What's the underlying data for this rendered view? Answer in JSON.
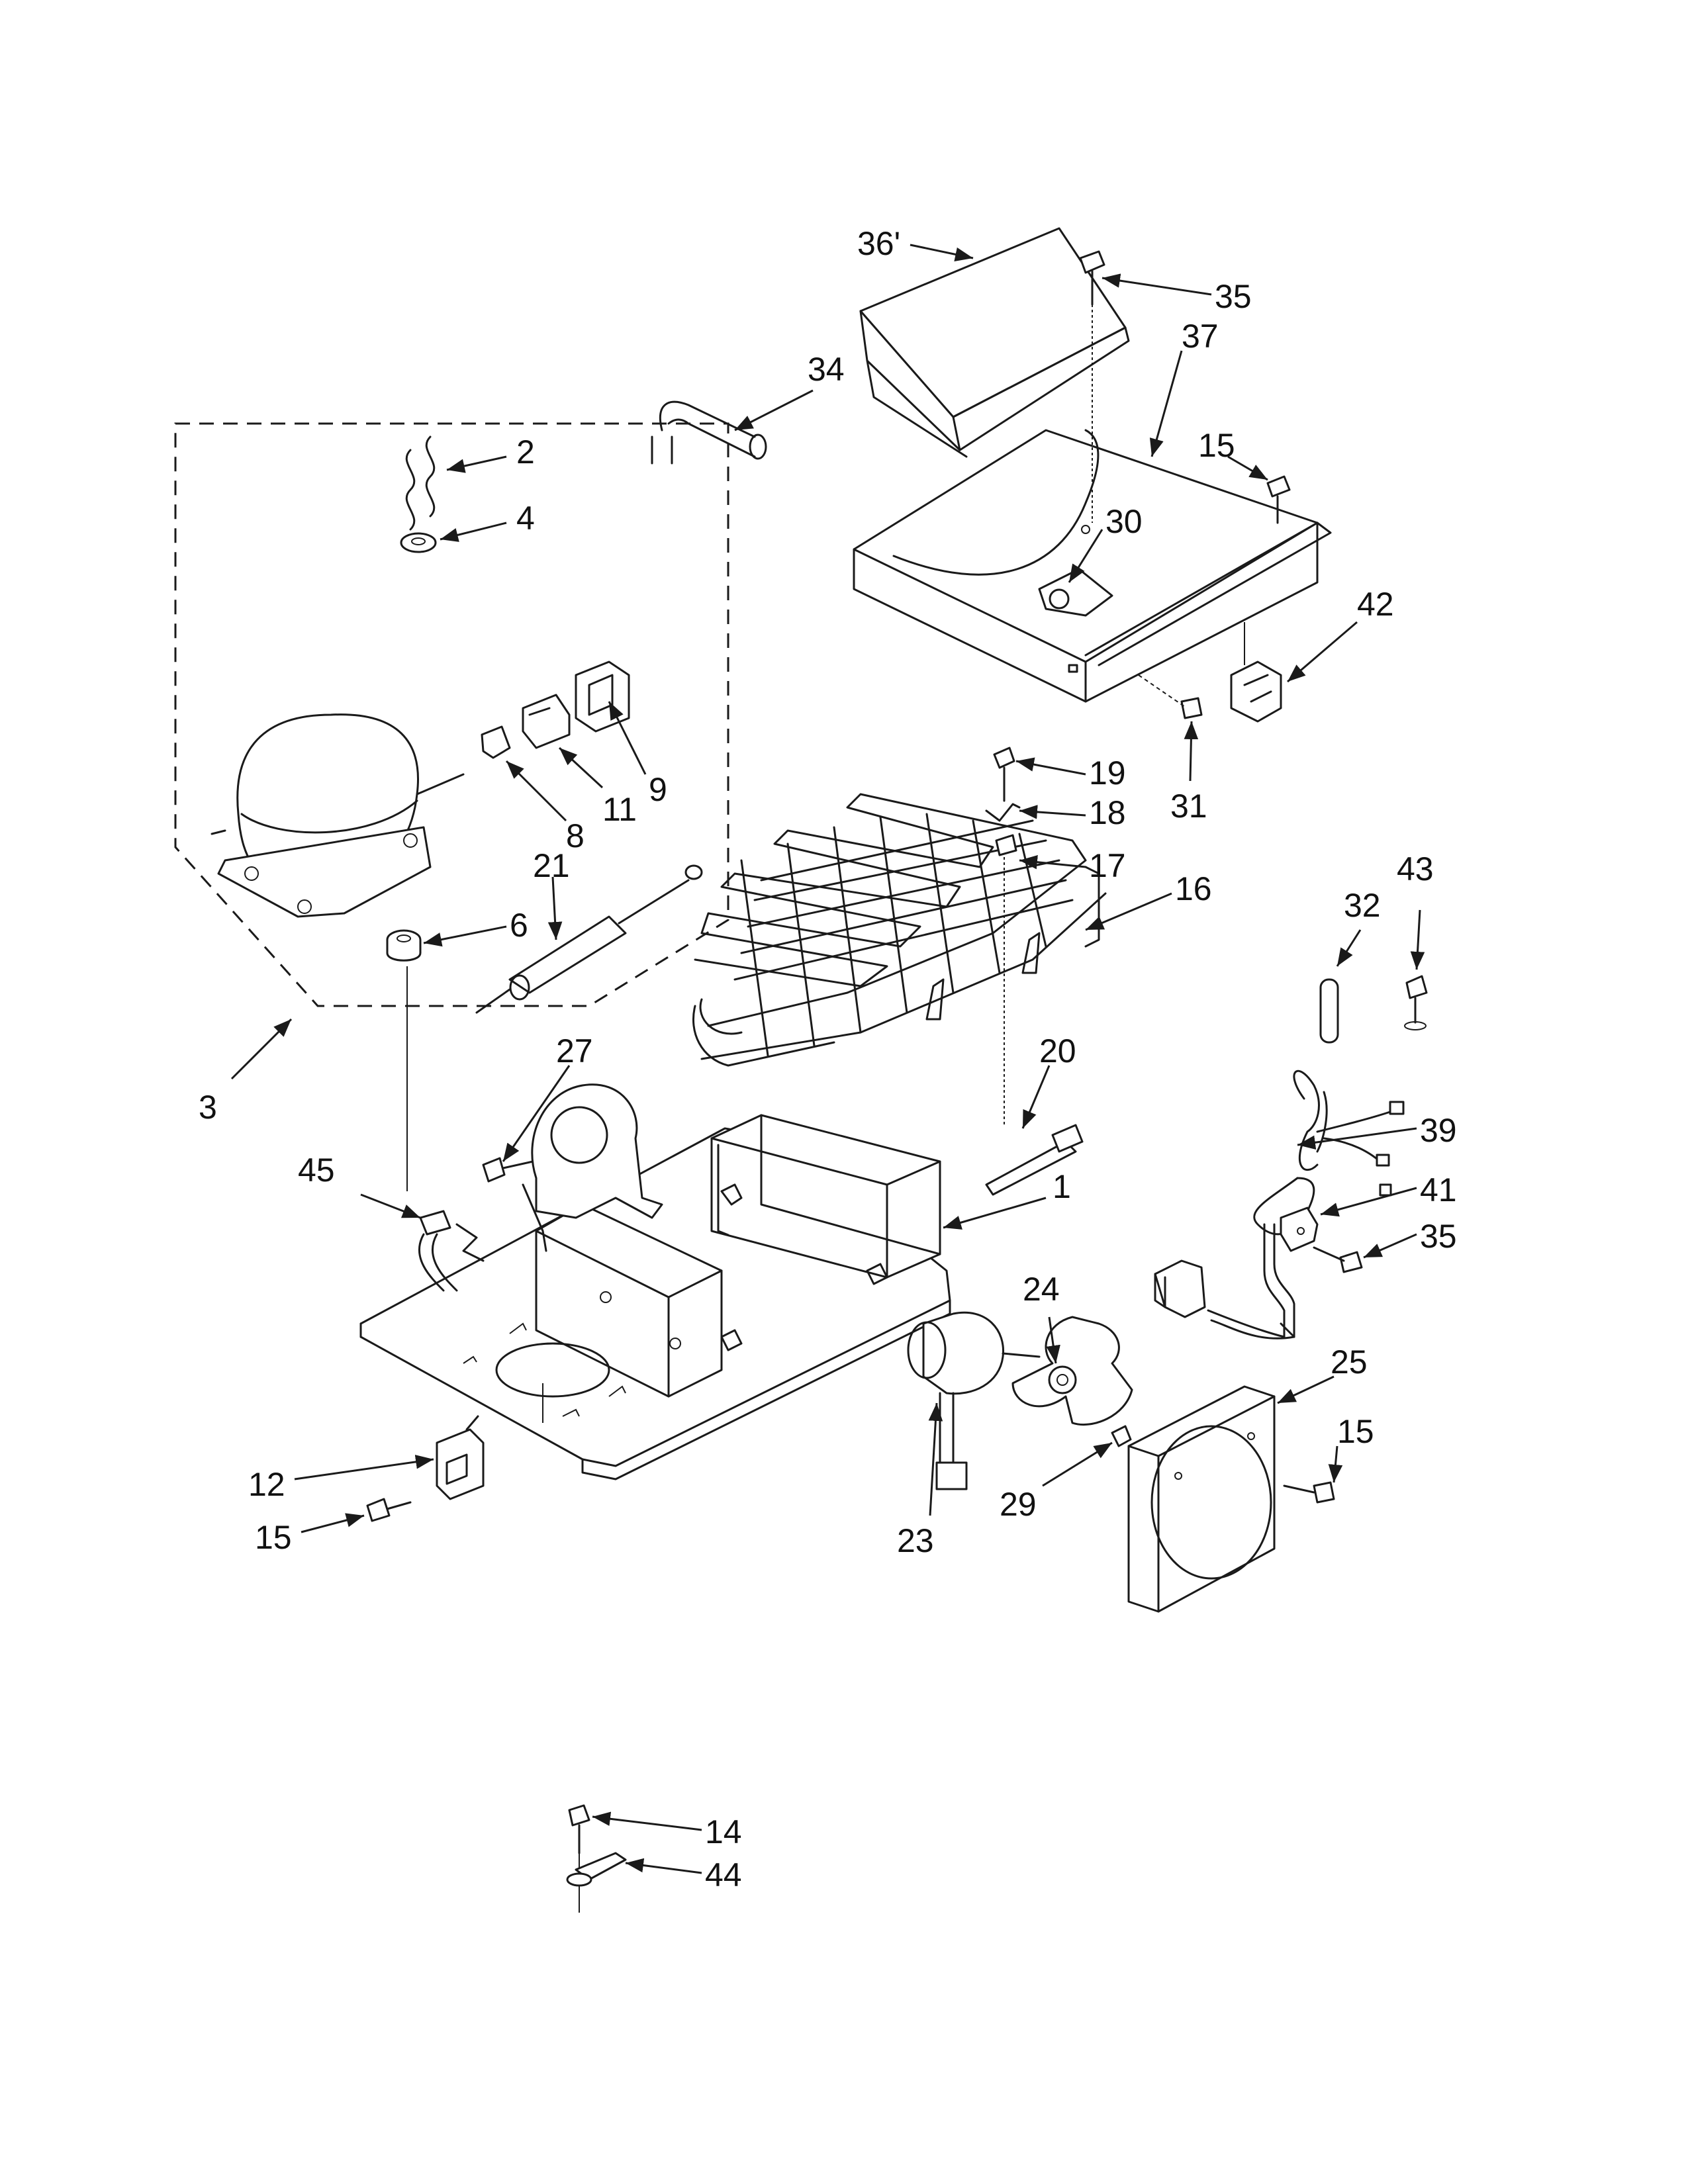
{
  "diagram": {
    "labels": {
      "l1": "1",
      "l2": "2",
      "l3": "3",
      "l4": "4",
      "l6": "6",
      "l8": "8",
      "l9": "9",
      "l11": "11",
      "l12": "12",
      "l14": "14",
      "l15a": "15",
      "l15b": "15",
      "l15c": "15",
      "l16": "16",
      "l17": "17",
      "l18": "18",
      "l19": "19",
      "l20": "20",
      "l21": "21",
      "l23": "23",
      "l24": "24",
      "l25": "25",
      "l27": "27",
      "l29": "29",
      "l30": "30",
      "l31": "31",
      "l32": "32",
      "l34": "34",
      "l35a": "35",
      "l35b": "35",
      "l36": "36'",
      "l37": "37",
      "l39": "39",
      "l41": "41",
      "l42": "42",
      "l43": "43",
      "l44": "44",
      "l45": "45"
    },
    "colors": {
      "ink": "#1a1a1a",
      "paper": "#ffffff"
    }
  }
}
